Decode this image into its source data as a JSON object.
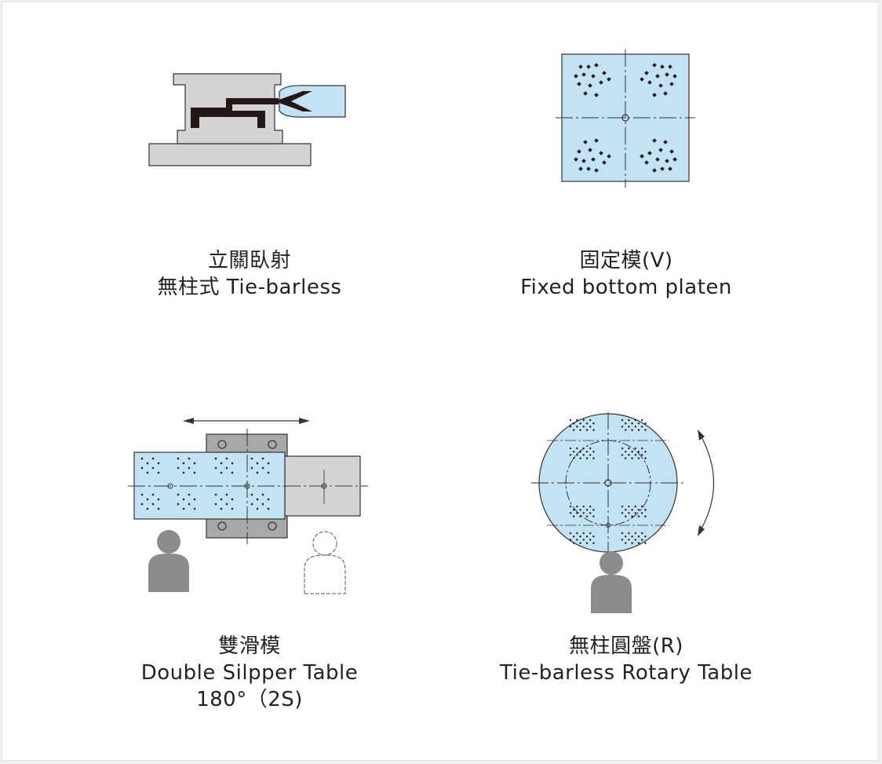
{
  "panels": [
    {
      "id": "tie-barless",
      "label_zh": "立關臥射",
      "label_line2": "無柱式 Tie-barless"
    },
    {
      "id": "fixed-bottom-platen",
      "label_zh": "固定模(V)",
      "label_line2": "Fixed bottom platen"
    },
    {
      "id": "double-slipper-table",
      "label_zh": "雙滑模",
      "label_line2": "Double Silpper Table",
      "label_line3": "180°（2S)"
    },
    {
      "id": "rotary-table",
      "label_zh": "無柱圓盤(R)",
      "label_line2": "Tie-barless Rotary Table"
    }
  ],
  "colors": {
    "platen_blue": "#c3e3f4",
    "frame_gray": "#d4d4d4",
    "mold_black": "#231815",
    "person_gray": "#8c8c8c",
    "outline": "#333333"
  }
}
